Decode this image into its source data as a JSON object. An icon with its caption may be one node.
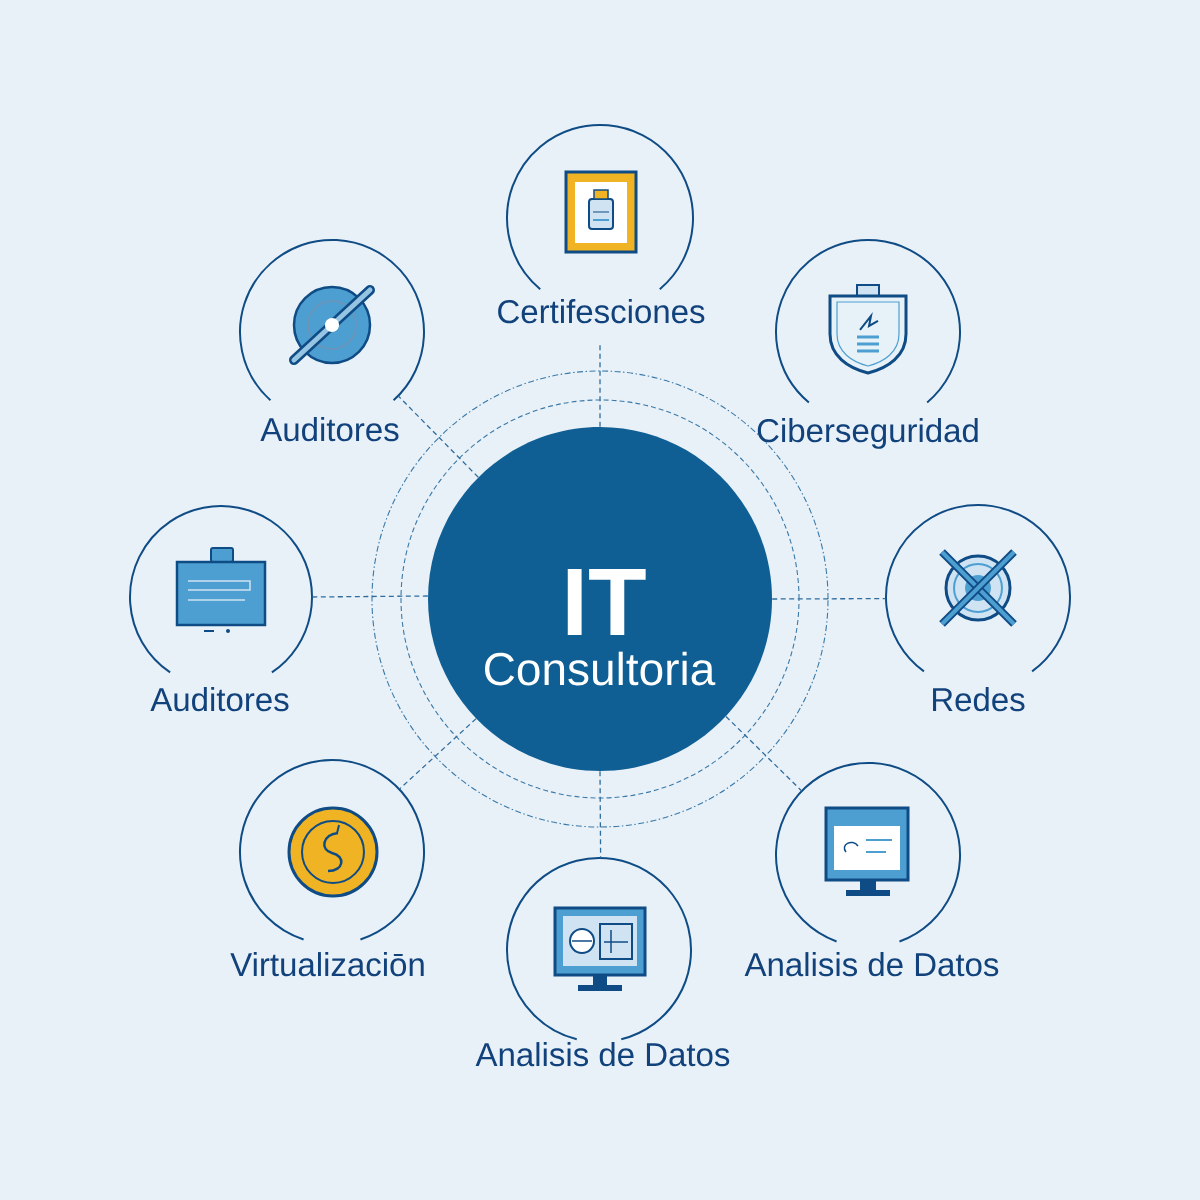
{
  "diagram": {
    "nodes": [
      {
        "text": [
          "IT",
          "Consultoria"
        ]
      },
      {
        "text": [
          "Certifesciones"
        ]
      },
      {
        "text": [
          "Ciberseguridad"
        ]
      },
      {
        "text": [
          "Redes"
        ]
      },
      {
        "text": [
          "Analisis de Datos"
        ]
      },
      {
        "text": [
          "Analisis de Datos"
        ]
      },
      {
        "text": [
          "Virtualizaciōn"
        ]
      },
      {
        "text": [
          "Auditores"
        ]
      },
      {
        "text": [
          "Auditores"
        ]
      }
    ],
    "edges": [
      {
        "from": 0,
        "to": 1,
        "arrow": "none",
        "style": "dashed"
      },
      {
        "from": 0,
        "to": 3,
        "arrow": "none",
        "style": "dashed"
      },
      {
        "from": 0,
        "to": 4,
        "arrow": "none",
        "style": "dashed"
      },
      {
        "from": 0,
        "to": 5,
        "arrow": "none",
        "style": "dashed"
      },
      {
        "from": 0,
        "to": 6,
        "arrow": "none",
        "style": "dashed"
      },
      {
        "from": 0,
        "to": 7,
        "arrow": "none",
        "style": "dashed"
      },
      {
        "from": 0,
        "to": 8,
        "arrow": "none",
        "style": "dashed"
      }
    ]
  }
}
